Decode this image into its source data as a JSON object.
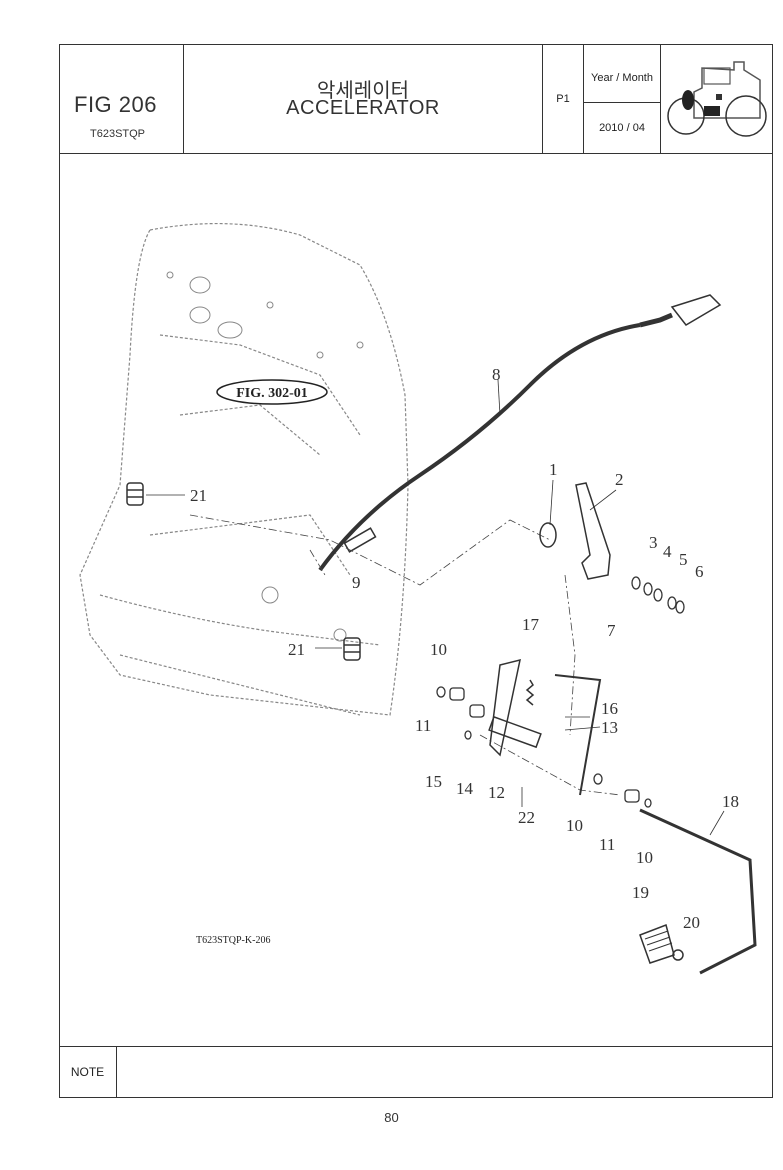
{
  "header": {
    "fig_code": "FIG 206",
    "model": "T623STQP",
    "title_ko": "악세레이터",
    "title_en": "ACCELERATOR",
    "page_code": "P1",
    "year_month_label": "Year / Month",
    "year_month_value": "2010 / 04",
    "tractor_icon": "tractor-icon"
  },
  "drawing": {
    "reference_label": "FIG. 302-01",
    "drawing_code": "T623STQP-K-206",
    "callouts": [
      "1",
      "2",
      "3",
      "4",
      "5",
      "6",
      "7",
      "8",
      "9",
      "10",
      "10",
      "10",
      "10",
      "11",
      "11",
      "12",
      "13",
      "14",
      "15",
      "16",
      "17",
      "18",
      "19",
      "20",
      "21",
      "21",
      "22"
    ]
  },
  "footer": {
    "note_label": "NOTE",
    "page_number": "80"
  }
}
